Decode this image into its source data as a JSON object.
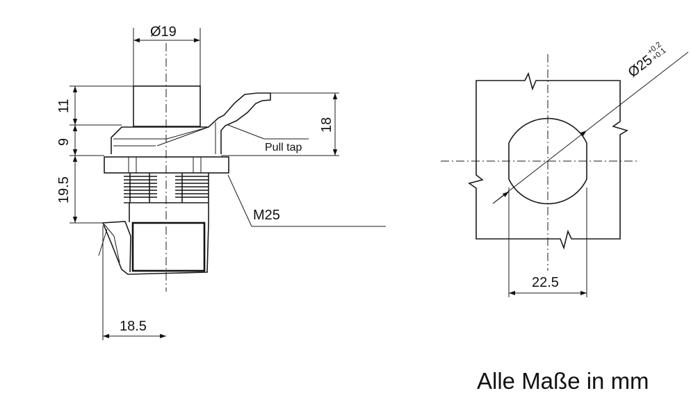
{
  "side_view": {
    "diameter_top": "Ø19",
    "height_cap": "11",
    "height_collar": "9",
    "height_thread": "19.5",
    "height_tab": "18",
    "width_base": "18.5",
    "label_pull_tap": "Pull tap",
    "label_thread": "M25"
  },
  "cutout_view": {
    "diameter_prefix": "Ø25",
    "tolerance_upper": "+0.2",
    "tolerance_lower": "+0.1",
    "flat_width": "22.5"
  },
  "footer": {
    "units_note": "Alle Maße in mm"
  },
  "colors": {
    "line": "#1a1a1a",
    "background": "#ffffff"
  }
}
